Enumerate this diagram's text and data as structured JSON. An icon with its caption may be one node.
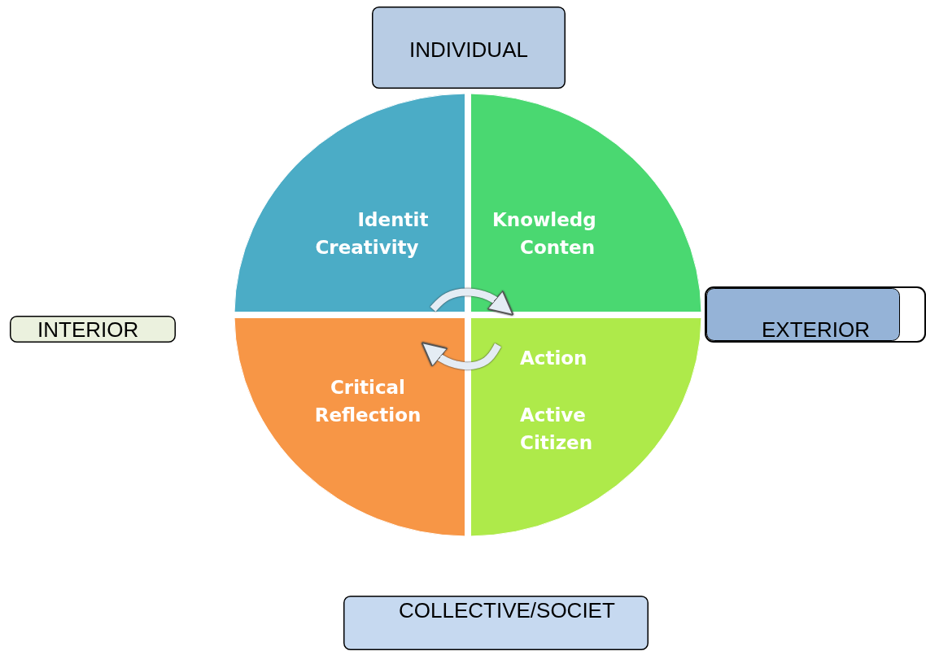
{
  "diagram": {
    "nodes": [
      {
        "text": [
          "INDIVIDUAL"
        ]
      },
      {
        "text": [
          "INTERIOR"
        ]
      },
      {
        "text": [
          "EXTERIOR"
        ]
      },
      {
        "text": [
          "COLLECTIVE/SOCIET"
        ]
      },
      {
        "text": [
          "Identit",
          "Creativity"
        ]
      },
      {
        "text": [
          "Knowledg",
          "Conten"
        ]
      },
      {
        "text": [
          "Critical Reflection"
        ]
      },
      {
        "text": [
          "Action",
          "Active Citizen"
        ]
      }
    ],
    "edges": [
      {
        "from": 4,
        "to": 5,
        "arrow": "to"
      },
      {
        "from": 7,
        "to": 6,
        "arrow": "to"
      }
    ]
  }
}
